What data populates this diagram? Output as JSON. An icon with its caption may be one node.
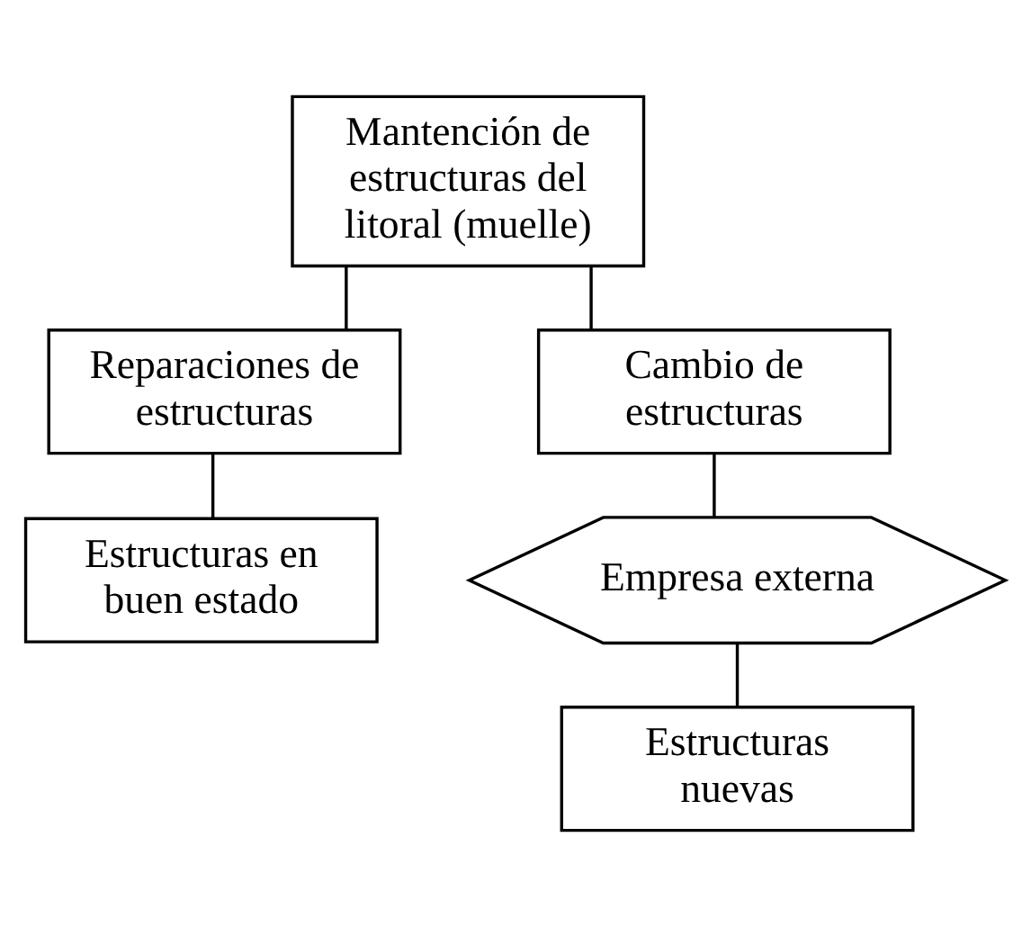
{
  "diagram": {
    "nodes": [
      {
        "text": [
          "Mantención de estructuras del litoral (muelle)"
        ]
      },
      {
        "text": [
          "Reparaciones de estructuras"
        ]
      },
      {
        "text": [
          "Cambio de estructuras"
        ]
      },
      {
        "text": [
          "Estructuras en buen estado"
        ]
      },
      {
        "text": [
          "Empresa externa"
        ]
      },
      {
        "text": [
          "Estructuras nuevas"
        ]
      }
    ],
    "edges": [
      {
        "from": 0,
        "to": 1,
        "arrow": "none"
      },
      {
        "from": 0,
        "to": 2,
        "arrow": "none"
      },
      {
        "from": 1,
        "to": 3,
        "arrow": "none"
      },
      {
        "from": 2,
        "to": 4,
        "arrow": "none"
      },
      {
        "from": 4,
        "to": 5,
        "arrow": "none"
      }
    ]
  }
}
